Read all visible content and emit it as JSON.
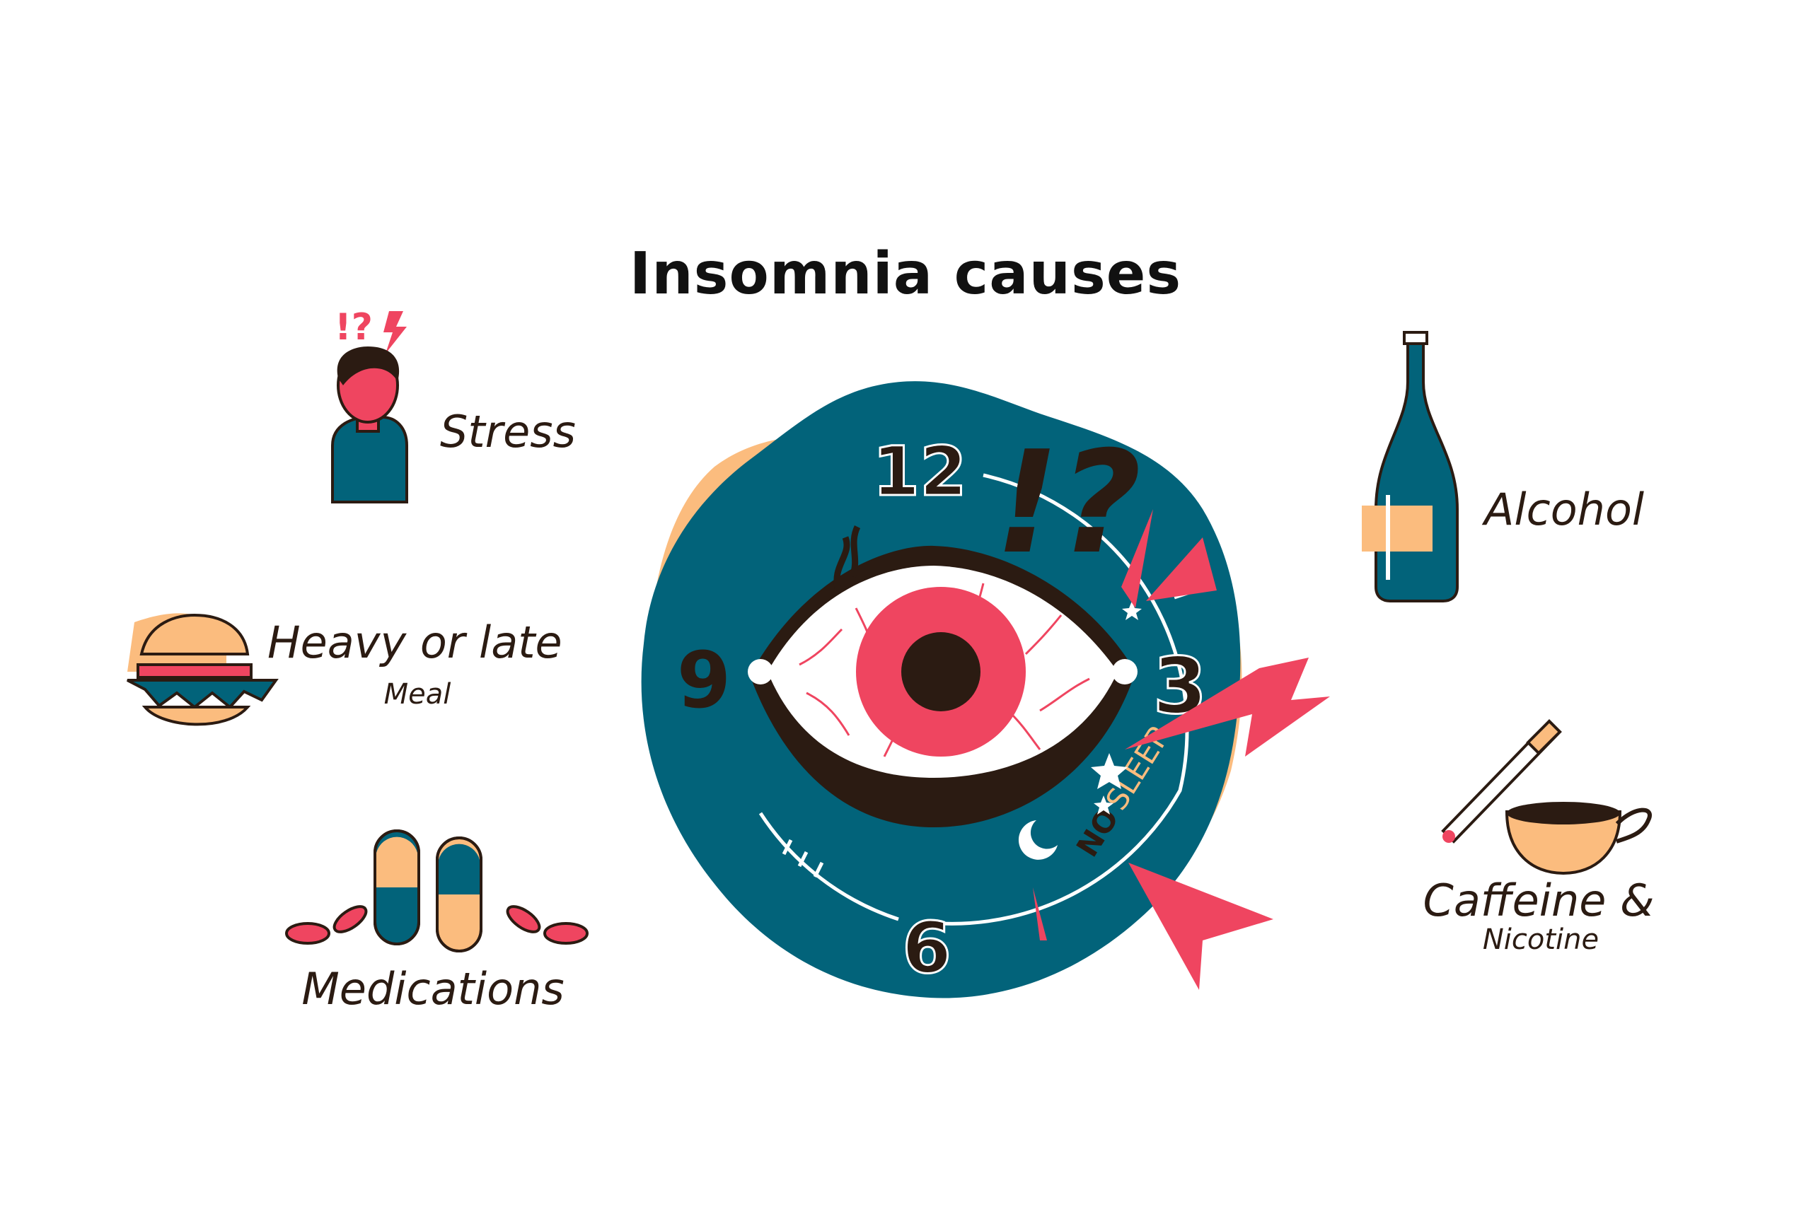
{
  "title": "Insomnia causes",
  "colors": {
    "teal": "#02637a",
    "peach": "#fbbc7e",
    "red": "#ef4560",
    "brown": "#2b1b12",
    "white": "#ffffff"
  },
  "causes": {
    "stress": {
      "label": "Stress",
      "icon": "stressed-person-icon",
      "marks": "!?"
    },
    "meal": {
      "label": "Heavy or late",
      "sublabel": "Meal",
      "icon": "burger-icon"
    },
    "medications": {
      "label": "Medications",
      "icon": "pills-icon"
    },
    "alcohol": {
      "label": "Alcohol",
      "icon": "wine-bottle-icon"
    },
    "caffeine": {
      "label": "Caffeine &",
      "sublabel": "Nicotine",
      "icon": "coffee-cigarette-icon"
    }
  },
  "clock": {
    "icon": "sleepless-eye-clock-icon",
    "numbers": {
      "twelve": "12",
      "three": "3",
      "six": "6",
      "nine": "9"
    },
    "exclaim": "!?",
    "no": "NO",
    "sleep": "SLEEP"
  }
}
